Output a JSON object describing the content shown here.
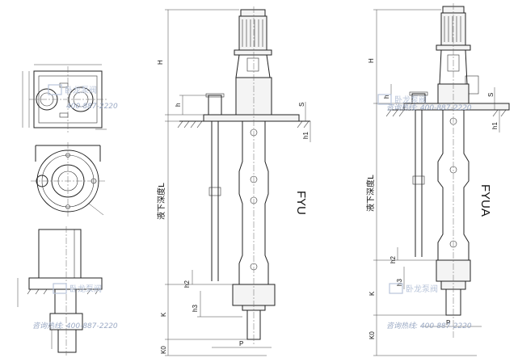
{
  "labels": {
    "H": "H",
    "h": "h",
    "h1": "h1",
    "h2": "h2",
    "h3": "h3",
    "S": "S",
    "K": "K",
    "K0": "K0",
    "P": "P",
    "depth": "液下深度L"
  },
  "models": {
    "left": "FYU",
    "right": "FYUA"
  },
  "watermark": {
    "brand": "卧龙泵阀",
    "hotline": "咨询热线: 400-887-2220",
    "hotline_short": "400-887-2220"
  }
}
